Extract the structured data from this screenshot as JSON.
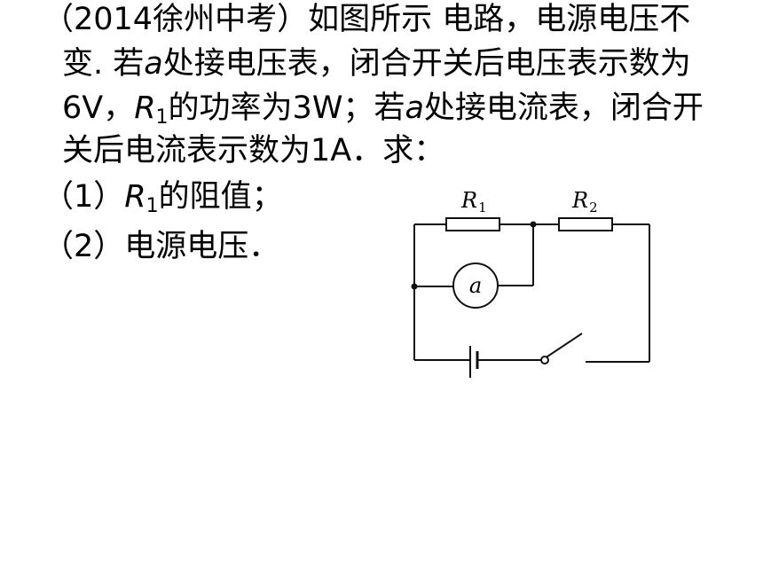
{
  "problem": {
    "line1": "（2014徐州中考）如图所示 电路，电源电压不",
    "line2_pre": "变. 若",
    "line2_var": "a",
    "line2_post": "处接电压表，闭合开关后电压表示数为",
    "line3_pre": "6V，",
    "line3_R": "R",
    "line3_sub": "1",
    "line3_mid": "的功率为3W；若",
    "line3_var": "a",
    "line3_post": "处接电流表，闭合开",
    "line4": "关后电流表示数为1A．求："
  },
  "questions": {
    "q1_pre": "（1）",
    "q1_R": "R",
    "q1_sub": "1",
    "q1_post": "的阻值；",
    "q2": "（2）电源电压．"
  },
  "circuit": {
    "r1_letter": "R",
    "r1_sub": "1",
    "r2_letter": "R",
    "r2_sub": "2",
    "meter_label": "a"
  }
}
